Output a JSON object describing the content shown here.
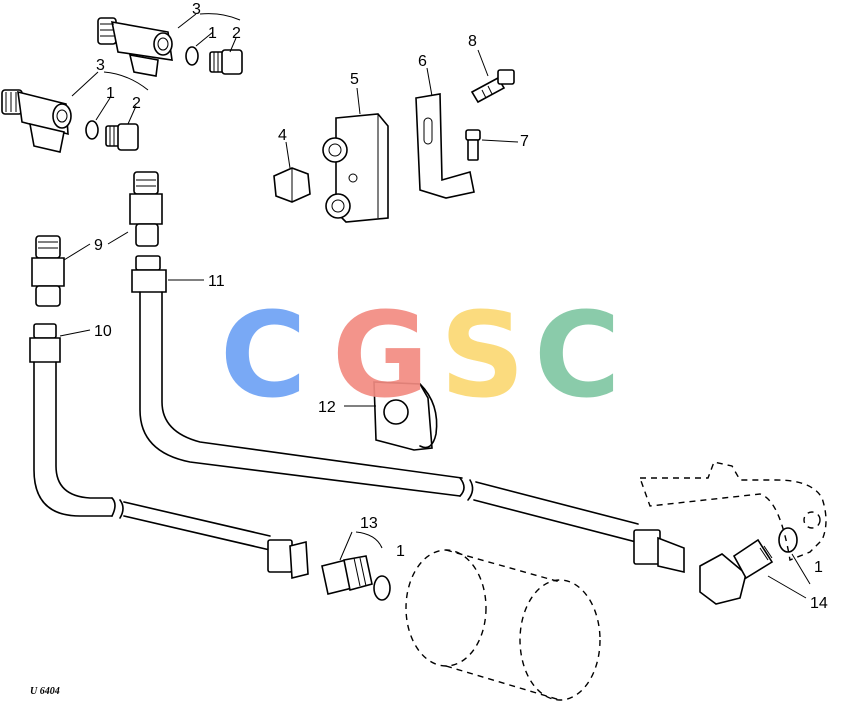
{
  "callouts": {
    "c1a": "1",
    "c1b": "1",
    "c1c": "1",
    "c1d": "1",
    "c2a": "2",
    "c2b": "2",
    "c3a": "3",
    "c3b": "3",
    "c4": "4",
    "c5": "5",
    "c6": "6",
    "c7": "7",
    "c8": "8",
    "c9": "9",
    "c10": "10",
    "c11": "11",
    "c12": "12",
    "c13": "13",
    "c14": "14"
  },
  "drawing_code": "U 6404",
  "watermark": {
    "letters": [
      "C",
      "G",
      "S",
      "C"
    ],
    "colors": [
      "#6ea2f5",
      "#f28b82",
      "#fbd974",
      "#81c7a3"
    ]
  }
}
